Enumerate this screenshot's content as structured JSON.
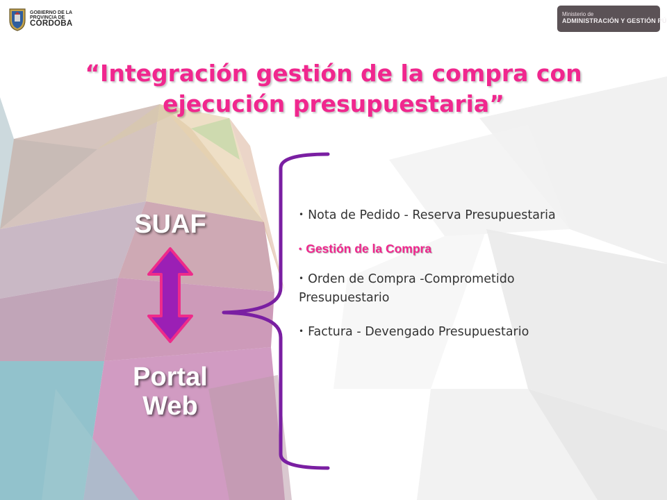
{
  "header": {
    "left_logo": {
      "line1": "GOBIERNO DE LA",
      "line2": "PROVINCIA DE",
      "line3": "CÓRDOBA",
      "icon": "shield-icon"
    },
    "right_logo": {
      "line1": "Ministerio de",
      "line2": "ADMINISTRACIÓN Y GESTIÓN PÚBLICA"
    }
  },
  "title": {
    "line1": "“Integración gestión de la compra con",
    "line2": "ejecución presupuestaria”"
  },
  "systems": {
    "top": "SUAF",
    "bottom_line1": "Portal",
    "bottom_line2": "Web",
    "connector_icon": "double-arrow-vertical-icon"
  },
  "bullet_char": "•",
  "items": [
    {
      "text": "Nota de Pedido - Reserva Presupuestaria",
      "highlight": false
    },
    {
      "text": "Gestión de la Compra",
      "highlight": true
    },
    {
      "text": "Orden de Compra  -Comprometido Presupuestario",
      "highlight": false
    },
    {
      "text": "Factura - Devengado Presupuestario",
      "highlight": false
    }
  ],
  "colors": {
    "title": "#f0278e",
    "brace": "#7a1fa2",
    "arrow_fill": "#9b1fb5",
    "arrow_stroke": "#ee2b8a",
    "highlight": "#f0278e"
  }
}
